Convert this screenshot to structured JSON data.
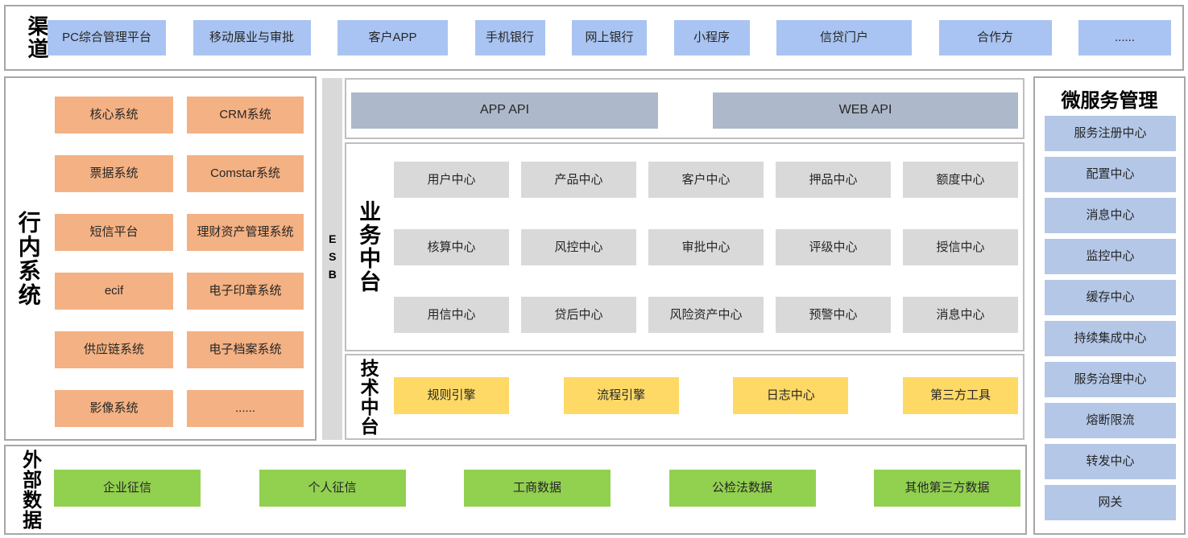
{
  "colors": {
    "channel_blue": "#A9C4F2",
    "internal_orange": "#F4B183",
    "center_gray": "#D9D9D9",
    "api_slate": "#ADB9CA",
    "tech_yellow": "#FFD966",
    "external_green": "#92D050",
    "micro_blue": "#B4C7E7"
  },
  "channels": {
    "label": "渠道",
    "items": [
      "PC综合管理平台",
      "移动展业与审批",
      "客户APP",
      "手机银行",
      "网上银行",
      "小程序",
      "信贷门户",
      "合作方",
      "......"
    ]
  },
  "internal_systems": {
    "label": "行内系统",
    "items": [
      "核心系统",
      "CRM系统",
      "票据系统",
      "Comstar系统",
      "短信平台",
      "理财资产管理系统",
      "ecif",
      "电子印章系统",
      "供应链系统",
      "电子档案系统",
      "影像系统",
      "......"
    ]
  },
  "esb": {
    "label": "ESB"
  },
  "api_layer": {
    "app_api": "APP API",
    "web_api": "WEB API"
  },
  "business_platform": {
    "label": "业务中台",
    "items": [
      "用户中心",
      "产品中心",
      "客户中心",
      "押品中心",
      "额度中心",
      "核算中心",
      "风控中心",
      "审批中心",
      "评级中心",
      "授信中心",
      "用信中心",
      "贷后中心",
      "风险资产中心",
      "预警中心",
      "消息中心"
    ]
  },
  "tech_platform": {
    "label": "技术中台",
    "items": [
      "规则引擎",
      "流程引擎",
      "日志中心",
      "第三方工具"
    ]
  },
  "microservices": {
    "title": "微服务管理",
    "items": [
      "服务注册中心",
      "配置中心",
      "消息中心",
      "监控中心",
      "缓存中心",
      "持续集成中心",
      "服务治理中心",
      "熔断限流",
      "转发中心",
      "网关"
    ]
  },
  "external_data": {
    "label": "外部数据",
    "items": [
      "企业征信",
      "个人征信",
      "工商数据",
      "公检法数据",
      "其他第三方数据"
    ]
  }
}
